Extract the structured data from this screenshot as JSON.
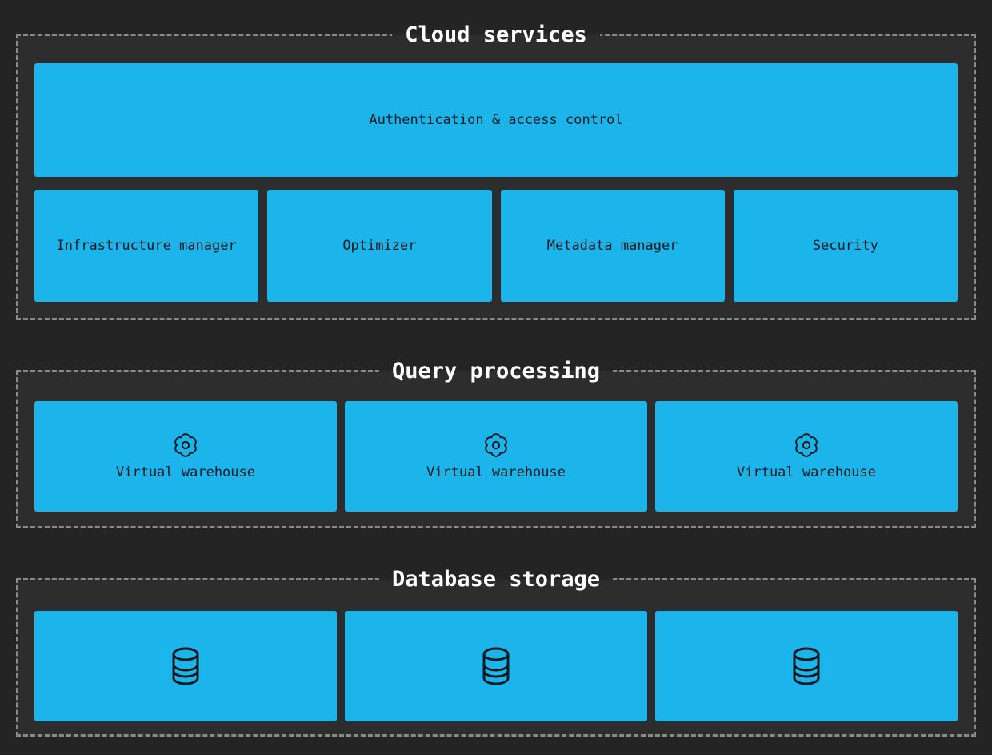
{
  "colors": {
    "page_bg": "#242424",
    "section_bg": "#2d2d2d",
    "dash_border": "#8a8a8a",
    "box_bg": "#1cb5eb",
    "box_text": "#15191d",
    "title_text": "#ffffff"
  },
  "sections": {
    "cloud": {
      "title": "Cloud services",
      "auth_box": {
        "label": "Authentication & access control"
      },
      "boxes": [
        {
          "label": "Infrastructure manager"
        },
        {
          "label": "Optimizer"
        },
        {
          "label": "Metadata manager"
        },
        {
          "label": "Security"
        }
      ]
    },
    "query": {
      "title": "Query processing",
      "boxes": [
        {
          "icon": "gear-icon",
          "label": "Virtual warehouse"
        },
        {
          "icon": "gear-icon",
          "label": "Virtual warehouse"
        },
        {
          "icon": "gear-icon",
          "label": "Virtual warehouse"
        }
      ]
    },
    "storage": {
      "title": "Database storage",
      "boxes": [
        {
          "icon": "database-icon"
        },
        {
          "icon": "database-icon"
        },
        {
          "icon": "database-icon"
        }
      ]
    }
  }
}
